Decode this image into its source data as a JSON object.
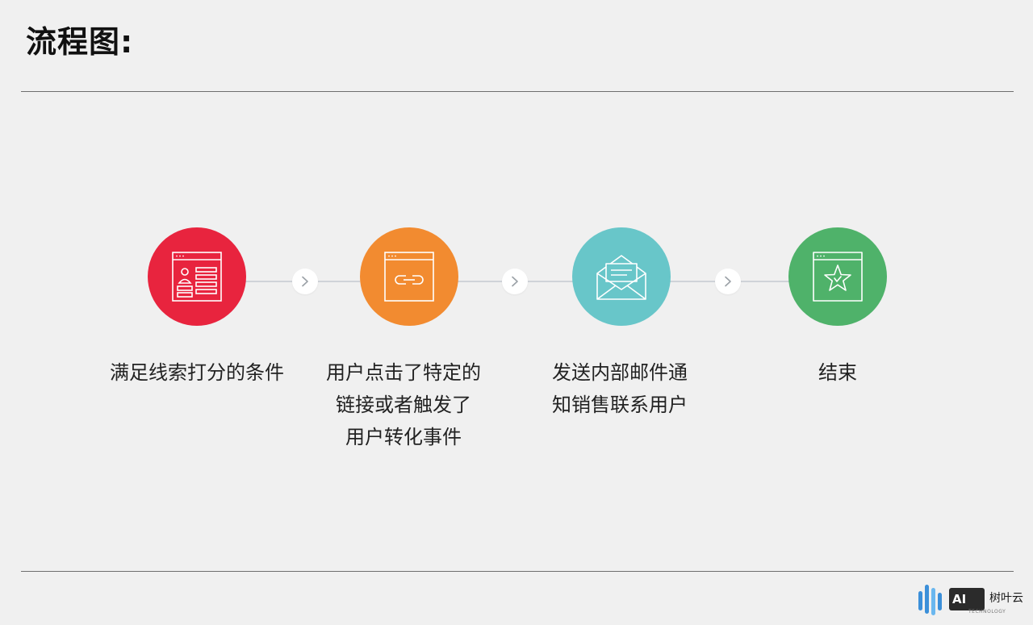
{
  "page": {
    "title": "流程图:"
  },
  "steps": [
    {
      "label": "满足线索打分的条件",
      "color": "#e8243e",
      "icon": "lead-form-icon"
    },
    {
      "label": "用户点击了特定的\n链接或者触发了\n用户转化事件",
      "color": "#f28b30",
      "icon": "browser-link-icon"
    },
    {
      "label": "发送内部邮件通\n知销售联系用户",
      "color": "#68c6c9",
      "icon": "envelope-icon"
    },
    {
      "label": "结束",
      "color": "#4fb26a",
      "icon": "browser-star-icon"
    }
  ],
  "connector": {
    "line_color": "#cfd3d8",
    "chevron_color": "#9aa0a6",
    "icon": "chevron-right-icon"
  },
  "logo": {
    "ai_text": "AI",
    "brand_text": "树叶云",
    "sub_text": "TECHNOLOGY",
    "icon": "brand-logo-icon"
  }
}
